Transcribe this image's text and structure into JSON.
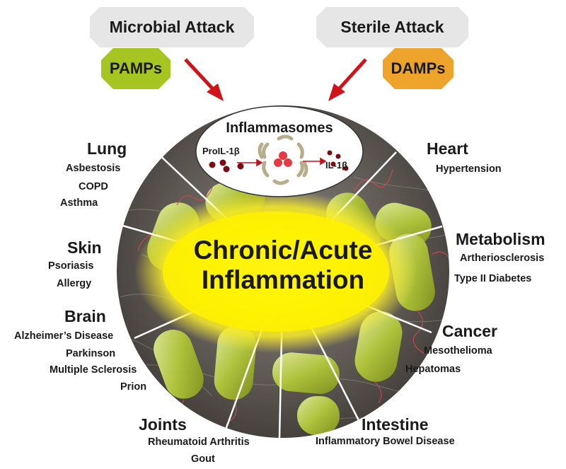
{
  "top": {
    "microbial": "Microbial Attack",
    "sterile": "Sterile Attack",
    "pamps": "PAMPs",
    "damps": "DAMPs"
  },
  "colors": {
    "attack_box": "#e6e6e6",
    "pamps": "#a7c520",
    "damps": "#eea42b",
    "arrow": "#d0121b",
    "glow": "#fff200"
  },
  "center": {
    "inflammasomes": "Inflammasomes",
    "proil": "ProIL-1β",
    "il": "IL-1β",
    "line1": "Chronic/Acute",
    "line2": "Inflammation"
  },
  "organs": {
    "lung": {
      "title": "Lung",
      "items": [
        "Asbestosis",
        "COPD",
        "Asthma"
      ]
    },
    "skin": {
      "title": "Skin",
      "items": [
        "Psoriasis",
        "Allergy"
      ]
    },
    "brain": {
      "title": "Brain",
      "items": [
        "Alzheimer’s Disease",
        "Parkinson",
        "Multiple Sclerosis",
        "Prion"
      ]
    },
    "joints": {
      "title": "Joints",
      "items": [
        "Rheumatoid Arthritis",
        "Gout"
      ]
    },
    "heart": {
      "title": "Heart",
      "items": [
        "Hypertension"
      ]
    },
    "metabolism": {
      "title": "Metabolism",
      "items": [
        "Artheriosclerosis",
        "Type II Diabetes"
      ]
    },
    "cancer": {
      "title": "Cancer",
      "items": [
        "Mesothelioma",
        "Hepatomas"
      ]
    },
    "intestine": {
      "title": "Intestine",
      "items": [
        "Inflammatory Bowel Disease"
      ]
    }
  }
}
